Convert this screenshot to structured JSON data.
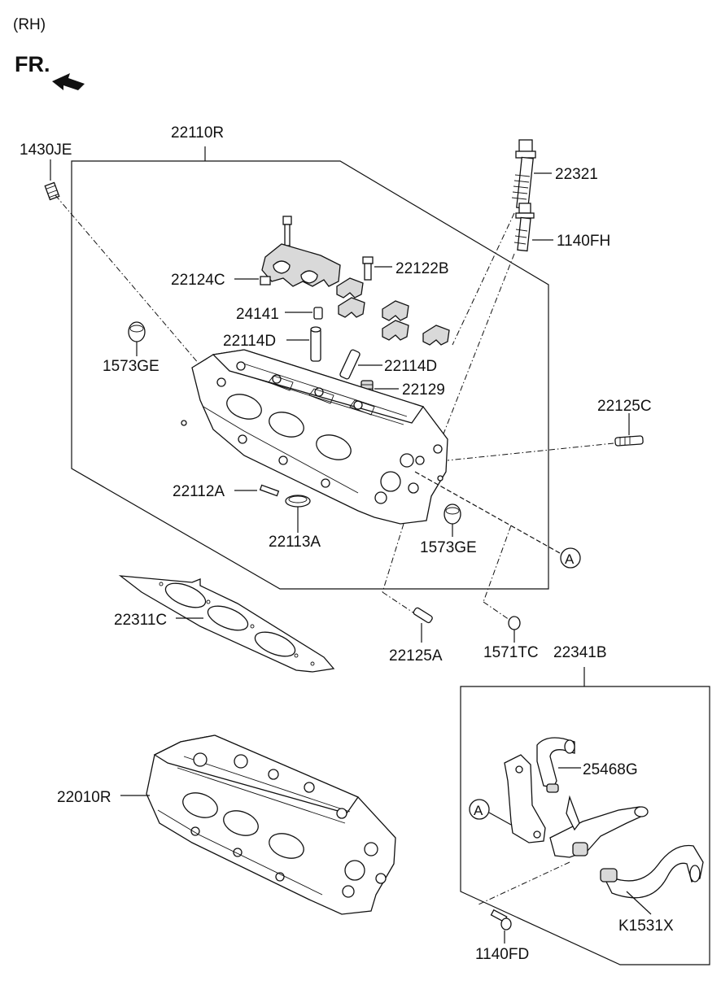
{
  "header": {
    "side": "(RH)",
    "front": "FR."
  },
  "parts": {
    "p22110R": "22110R",
    "p1430JE": "1430JE",
    "p22321": "22321",
    "p1140FH": "1140FH",
    "p22124C": "22124C",
    "p22122B": "22122B",
    "p24141": "24141",
    "p22114D_a": "22114D",
    "p22114D_b": "22114D",
    "p1573GE_a": "1573GE",
    "p22129": "22129",
    "p22125C": "22125C",
    "p22112A": "22112A",
    "p22113A": "22113A",
    "p1573GE_b": "1573GE",
    "p22311C": "22311C",
    "p22125A": "22125A",
    "p1571TC": "1571TC",
    "p22341B": "22341B",
    "p22010R": "22010R",
    "p25468G": "25468G",
    "pK1531X": "K1531X",
    "p1140FD": "1140FD"
  },
  "callouts": {
    "a1": "A",
    "a2": "A"
  }
}
